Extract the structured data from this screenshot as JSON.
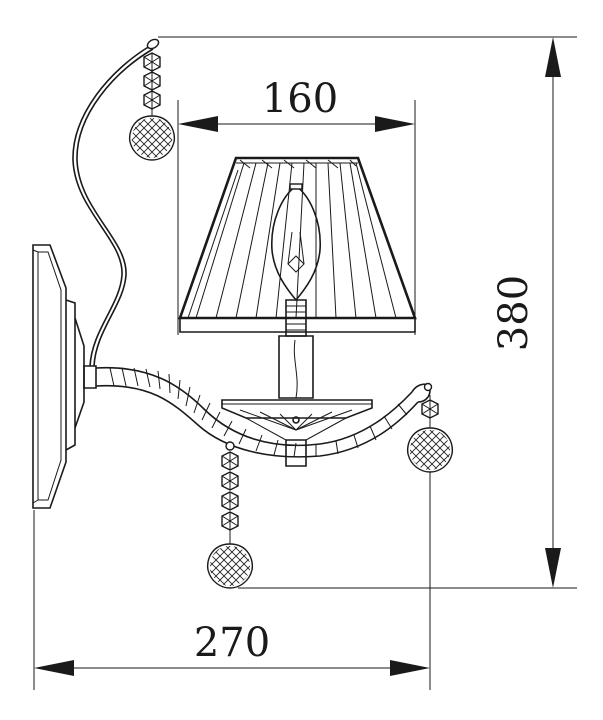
{
  "dimensions": {
    "shade_width": "160",
    "total_height": "380",
    "total_depth": "270"
  }
}
